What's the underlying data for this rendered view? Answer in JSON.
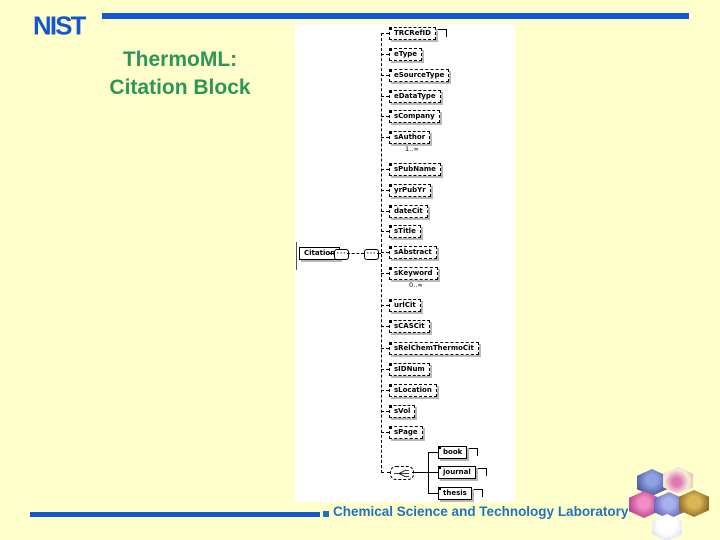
{
  "header": {
    "logo_text": "NIST",
    "title_line1": "ThermoML:",
    "title_line2": "Citation Block"
  },
  "diagram": {
    "root_label": "Citation",
    "elements": [
      {
        "label": "TRCRefID"
      },
      {
        "label": "eType"
      },
      {
        "label": "eSourceType"
      },
      {
        "label": "eDataType"
      },
      {
        "label": "sCompany"
      },
      {
        "label": "sAuthor",
        "cardinality": "1..∞"
      },
      {
        "label": "sPubName"
      },
      {
        "label": "yrPubYr"
      },
      {
        "label": "dateCit"
      },
      {
        "label": "sTitle"
      },
      {
        "label": "sAbstract"
      },
      {
        "label": "sKeyword",
        "cardinality": "0..∞"
      },
      {
        "label": "urlCit"
      },
      {
        "label": "sCASCit"
      },
      {
        "label": "sRelChemThermoCit"
      },
      {
        "label": "sIDNum"
      },
      {
        "label": "sLocation"
      },
      {
        "label": "sVol"
      },
      {
        "label": "sPage"
      }
    ],
    "choice_elements": [
      {
        "label": "book"
      },
      {
        "label": "journal"
      },
      {
        "label": "thesis"
      }
    ]
  },
  "footer": {
    "label": "Chemical Science and Technology Laboratory"
  },
  "colors": {
    "background": "#FFFFCC",
    "nist_blue": "#1557CF",
    "title_green": "#2D9657",
    "footer_blue": "#1D72C2",
    "diagram_bg": "#FFFFFF"
  }
}
